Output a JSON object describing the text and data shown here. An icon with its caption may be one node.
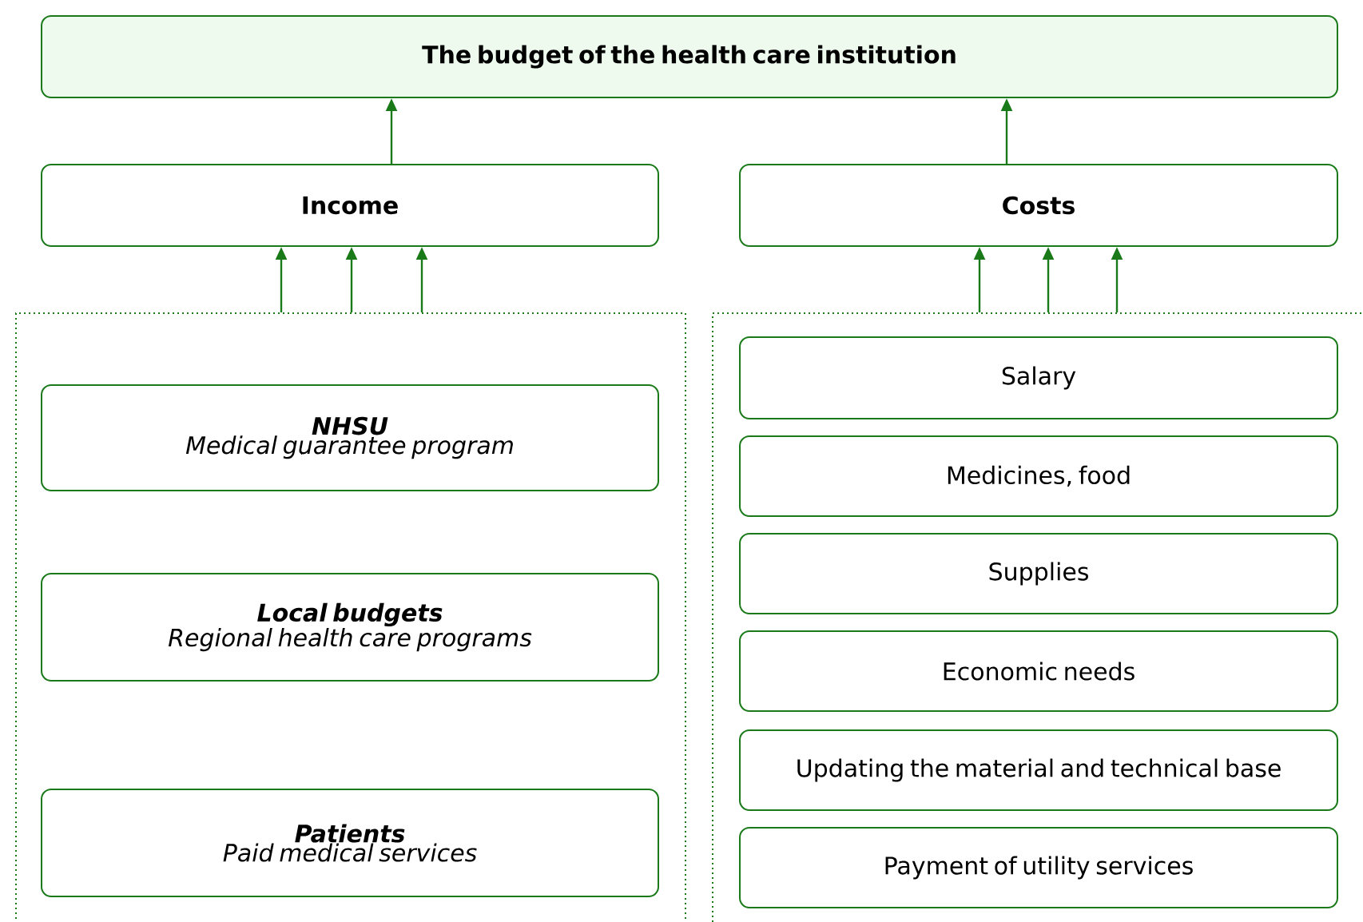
{
  "diagram": {
    "nodes": [
      {
        "text": [
          "The budget of the health care institution"
        ]
      },
      {
        "text": [
          "Income"
        ]
      },
      {
        "text": [
          "Costs"
        ]
      },
      {
        "text": [],
        "shape": "box"
      },
      {
        "text": [
          "NHSU",
          "Medical guarantee program"
        ],
        "in": 3
      },
      {
        "text": [
          "Local budgets",
          "Regional health care programs"
        ],
        "in": 3
      },
      {
        "text": [
          "Patients",
          "Paid medical services"
        ],
        "in": 3
      },
      {
        "text": [],
        "shape": "box"
      },
      {
        "text": [
          "Salary"
        ],
        "in": 7
      },
      {
        "text": [
          "Medicines, food"
        ],
        "in": 7
      },
      {
        "text": [
          "Supplies"
        ],
        "in": 7
      },
      {
        "text": [
          "Economic needs"
        ],
        "in": 7
      },
      {
        "text": [
          "Updating the material and technical base"
        ],
        "in": 7
      },
      {
        "text": [
          "Payment of utility services"
        ],
        "in": 7
      }
    ],
    "edges": [
      {
        "from": 1,
        "to": 0,
        "arrow": "to"
      },
      {
        "from": 2,
        "to": 0,
        "arrow": "to"
      },
      {
        "from": 3,
        "to": 1,
        "arrow": "to"
      },
      {
        "from": 3,
        "to": 1,
        "arrow": "to"
      },
      {
        "from": 3,
        "to": 1,
        "arrow": "to"
      },
      {
        "from": 7,
        "to": 2,
        "arrow": "to"
      },
      {
        "from": 7,
        "to": 2,
        "arrow": "to"
      },
      {
        "from": 7,
        "to": 2,
        "arrow": "to"
      }
    ]
  }
}
